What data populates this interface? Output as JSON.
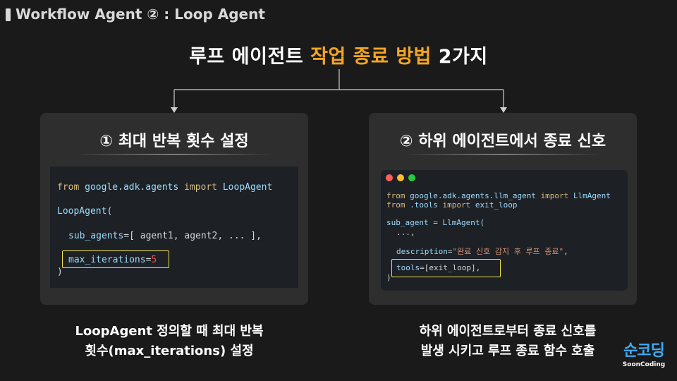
{
  "header": {
    "title": "Workflow Agent ② : Loop Agent"
  },
  "main_title": {
    "part1": "루프 에이전트 ",
    "highlight": "작업 종료 방법",
    "part2": " 2가지"
  },
  "colors": {
    "accent": "#f5a623",
    "highlight_box": "#f2e34c",
    "background": "#1a1a1a",
    "card": "#2e2e2e"
  },
  "left_card": {
    "heading": "① 최대 반복 횟수 설정",
    "code": {
      "l1_kw1": "from",
      "l1_mod": "google",
      "l1_d1": ".",
      "l1_mod2": "adk",
      "l1_d2": ".",
      "l1_mod3": "agents",
      "l1_kw2": "import",
      "l1_cls": "LoopAgent",
      "l2": "LoopAgent(",
      "l3_key": "sub_agents",
      "l3_rest": "=[ agent1, agent2, ... ],",
      "l4_key": "max_iterations",
      "l4_eq": "=",
      "l4_val": "5",
      "l5": ")"
    },
    "caption_line1": "LoopAgent 정의할 때 최대 반복",
    "caption_line2": "횟수(max_iterations) 설정"
  },
  "right_card": {
    "heading": "② 하위 에이전트에서 종료 신호",
    "window_dots": [
      "#ff5f56",
      "#ffbd2e",
      "#27c93f"
    ],
    "code": {
      "l1_kw1": "from",
      "l1_mod": "google.adk.agents.llm_agent",
      "l1_kw2": "import",
      "l1_cls": "LlmAgent",
      "l2_kw1": "from",
      "l2_mod": ".tools",
      "l2_kw2": "import",
      "l2_fn": "exit_loop",
      "l3_var": "sub_agent",
      "l3_rest": " = ",
      "l3_cls": "LlmAgent(",
      "l4": "...,",
      "l5_key": "description",
      "l5_eq": "=",
      "l5_str": "\"완료 신호 감지 후 루프 종료\"",
      "l5_comma": ",",
      "l6_key": "tools",
      "l6_rest": "=[exit_loop],",
      "l7": ")"
    },
    "caption_line1": "하위 에이전트로부터 종료 신호를",
    "caption_line2": "발생 시키고 루프 종료 함수 호출"
  },
  "logo": {
    "main": "순코딩",
    "sub": "SoonCoding"
  }
}
